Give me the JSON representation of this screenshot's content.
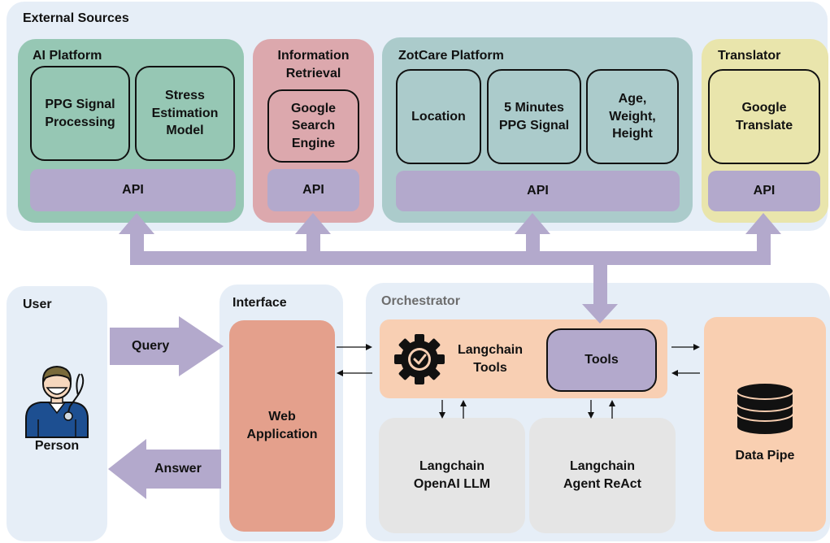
{
  "external_sources": {
    "title": "External Sources",
    "ai_platform": {
      "title": "AI Platform",
      "items": [
        "PPG Signal Processing",
        "Stress Estimation Model"
      ],
      "api": "API"
    },
    "information_retrieval": {
      "title": "Information Retrieval",
      "items": [
        "Google Search Engine"
      ],
      "api": "API"
    },
    "zotcare": {
      "title": "ZotCare Platform",
      "items": [
        "Location",
        "5 Minutes PPG Signal",
        "Age, Weight, Height"
      ],
      "api": "API"
    },
    "translator": {
      "title": "Translator",
      "items": [
        "Google Translate"
      ],
      "api": "API"
    }
  },
  "user": {
    "title": "User",
    "person_label": "Person"
  },
  "flows": {
    "query": "Query",
    "answer": "Answer"
  },
  "interface": {
    "title": "Interface",
    "web_app": "Web Application"
  },
  "orchestrator": {
    "title": "Orchestrator",
    "langchain_tools": "Langchain Tools",
    "tools": "Tools",
    "llm": "Langchain OpenAI LLM",
    "agent": "Langchain Agent ReAct"
  },
  "data_pipe": {
    "label": "Data Pipe"
  },
  "colors": {
    "panel_bg": "#e6eef7",
    "ai_platform": "#96c7b4",
    "info_retrieval": "#dca8ad",
    "zotcare": "#abcbcb",
    "translator": "#e9e5ac",
    "api": "#b3a9cc",
    "arrow": "#b3a9cc",
    "web_app": "#e4a08c",
    "tools_bar": "#f8cfb3",
    "data_pipe": "#f9cfb1",
    "llm_box": "#e5e5e5"
  }
}
